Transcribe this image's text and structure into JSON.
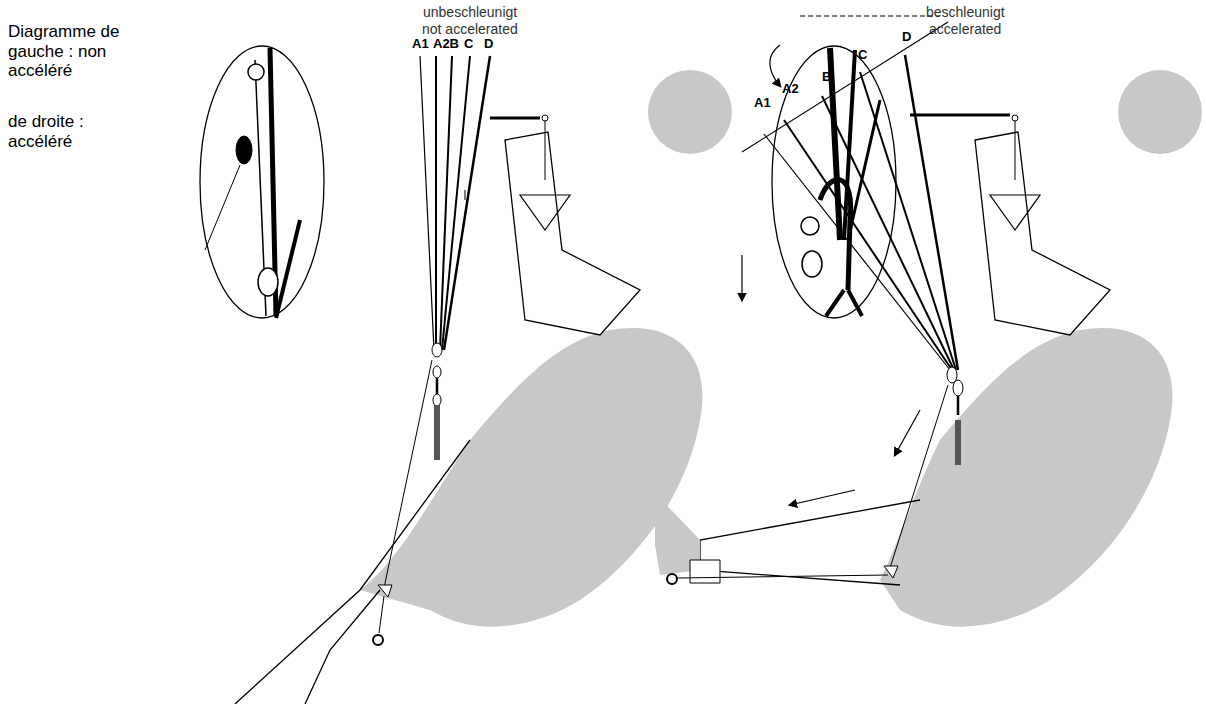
{
  "diagram": {
    "labels": [
      "Diagramme de gauche : non accéléré",
      "de droite : accéléré",
      "unbeschleunigt",
      "not accelerated",
      "A1",
      "A2B",
      "C",
      "D",
      "beschleunigt",
      "accelerated",
      "A1",
      "A2",
      "B",
      "C",
      "D"
    ]
  }
}
